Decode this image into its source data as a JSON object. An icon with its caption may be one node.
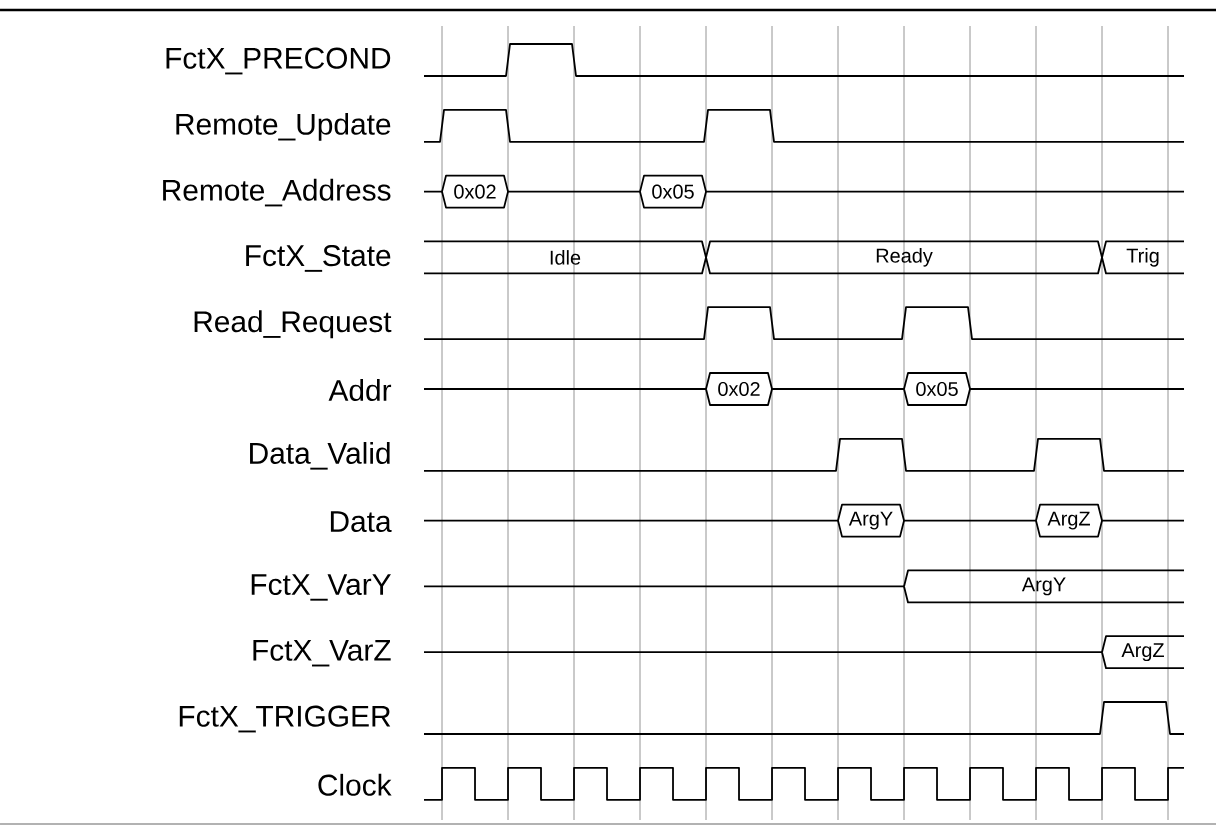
{
  "diagram": {
    "nodes": [
      {
        "text": [
          "0x02"
        ]
      },
      {
        "text": [
          "0x05"
        ]
      },
      {
        "text": [
          "Idle"
        ]
      },
      {
        "text": [
          "Ready"
        ]
      },
      {
        "text": [
          "Trig"
        ]
      },
      {
        "text": [
          "0x02"
        ]
      },
      {
        "text": [
          "0x05"
        ]
      },
      {
        "text": [
          "ArgY"
        ]
      },
      {
        "text": [
          "ArgZ"
        ]
      },
      {
        "text": [
          "ArgY"
        ]
      },
      {
        "text": [
          "ArgZ"
        ]
      }
    ],
    "labels": [
      "FctX_PRECOND",
      "Remote_Update",
      "Remote_Address",
      "FctX_State",
      "Read_Request",
      "Addr",
      "Data_Valid",
      "Data",
      "FctX_VarY",
      "FctX_VarZ",
      "FctX_TRIGGER",
      "Clock"
    ]
  }
}
